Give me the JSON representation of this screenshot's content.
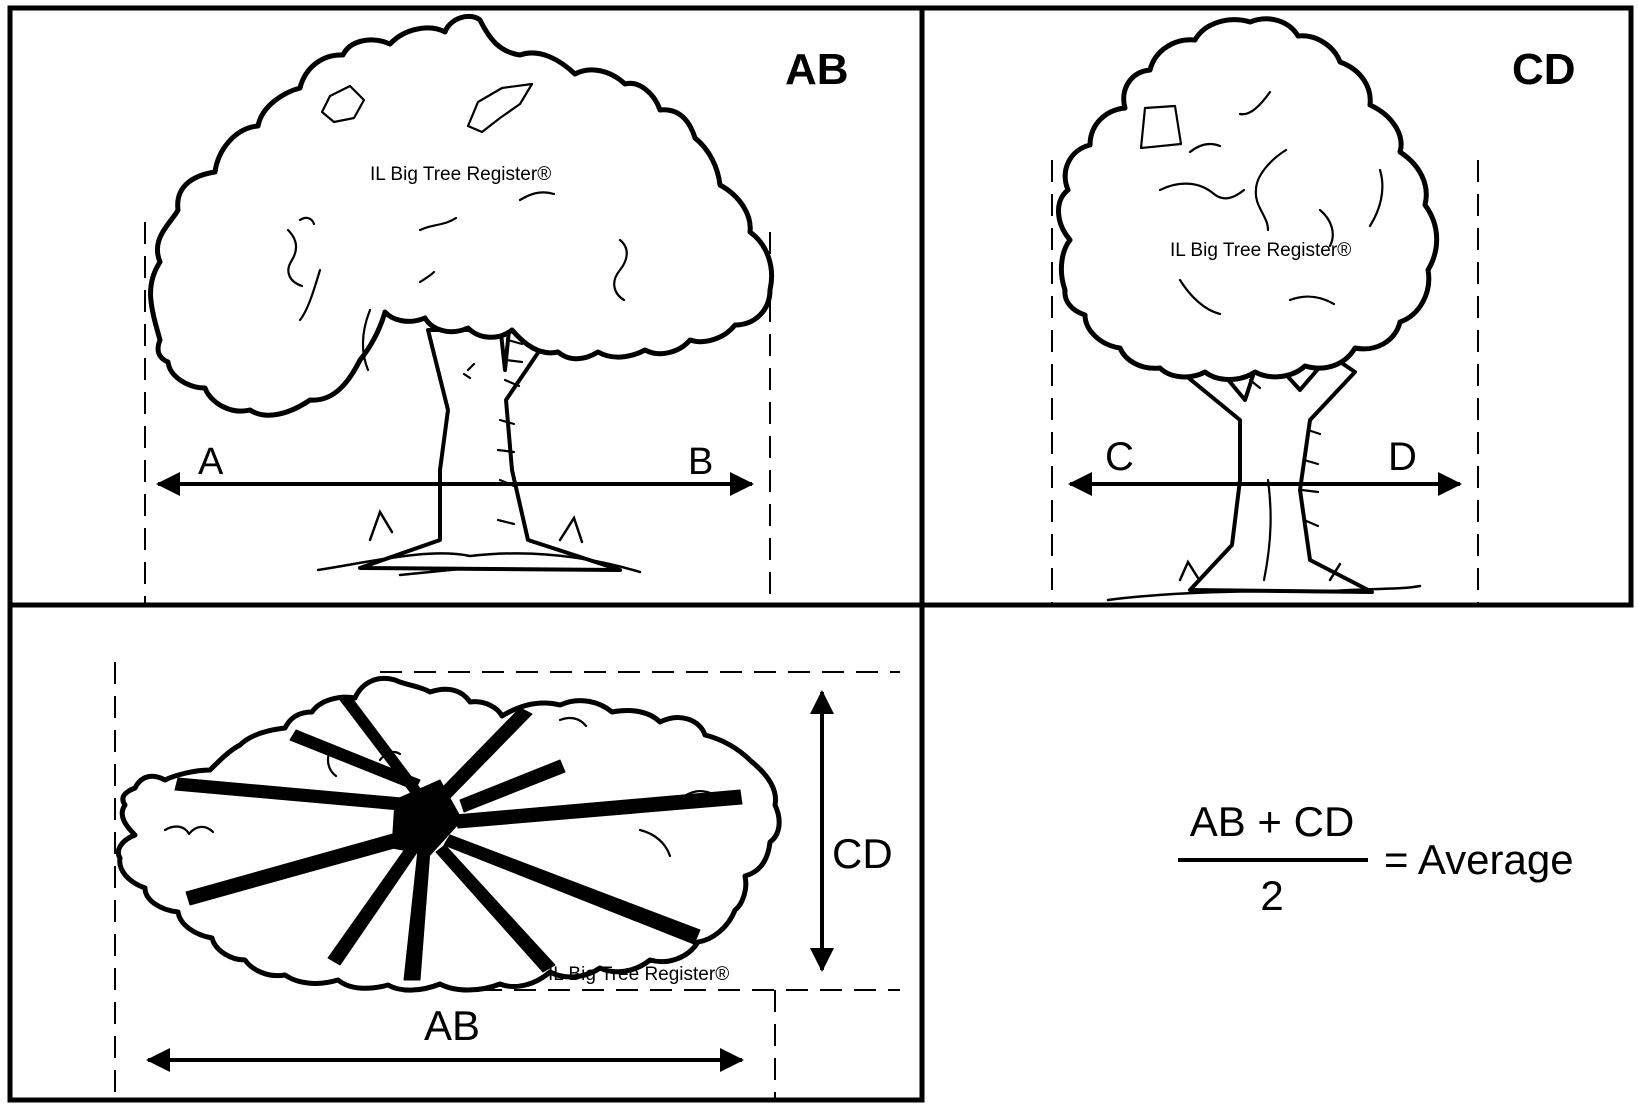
{
  "panels": {
    "ab": {
      "title": "AB",
      "left_label": "A",
      "right_label": "B",
      "watermark": "IL Big Tree Register®"
    },
    "cd": {
      "title": "CD",
      "left_label": "C",
      "right_label": "D",
      "watermark": "IL Big Tree Register®"
    },
    "top_view": {
      "horizontal_label": "AB",
      "vertical_label": "CD",
      "watermark": "IL Big Tree Register®"
    }
  },
  "formula": {
    "numerator": "AB + CD",
    "denominator": "2",
    "result": "= Average"
  }
}
